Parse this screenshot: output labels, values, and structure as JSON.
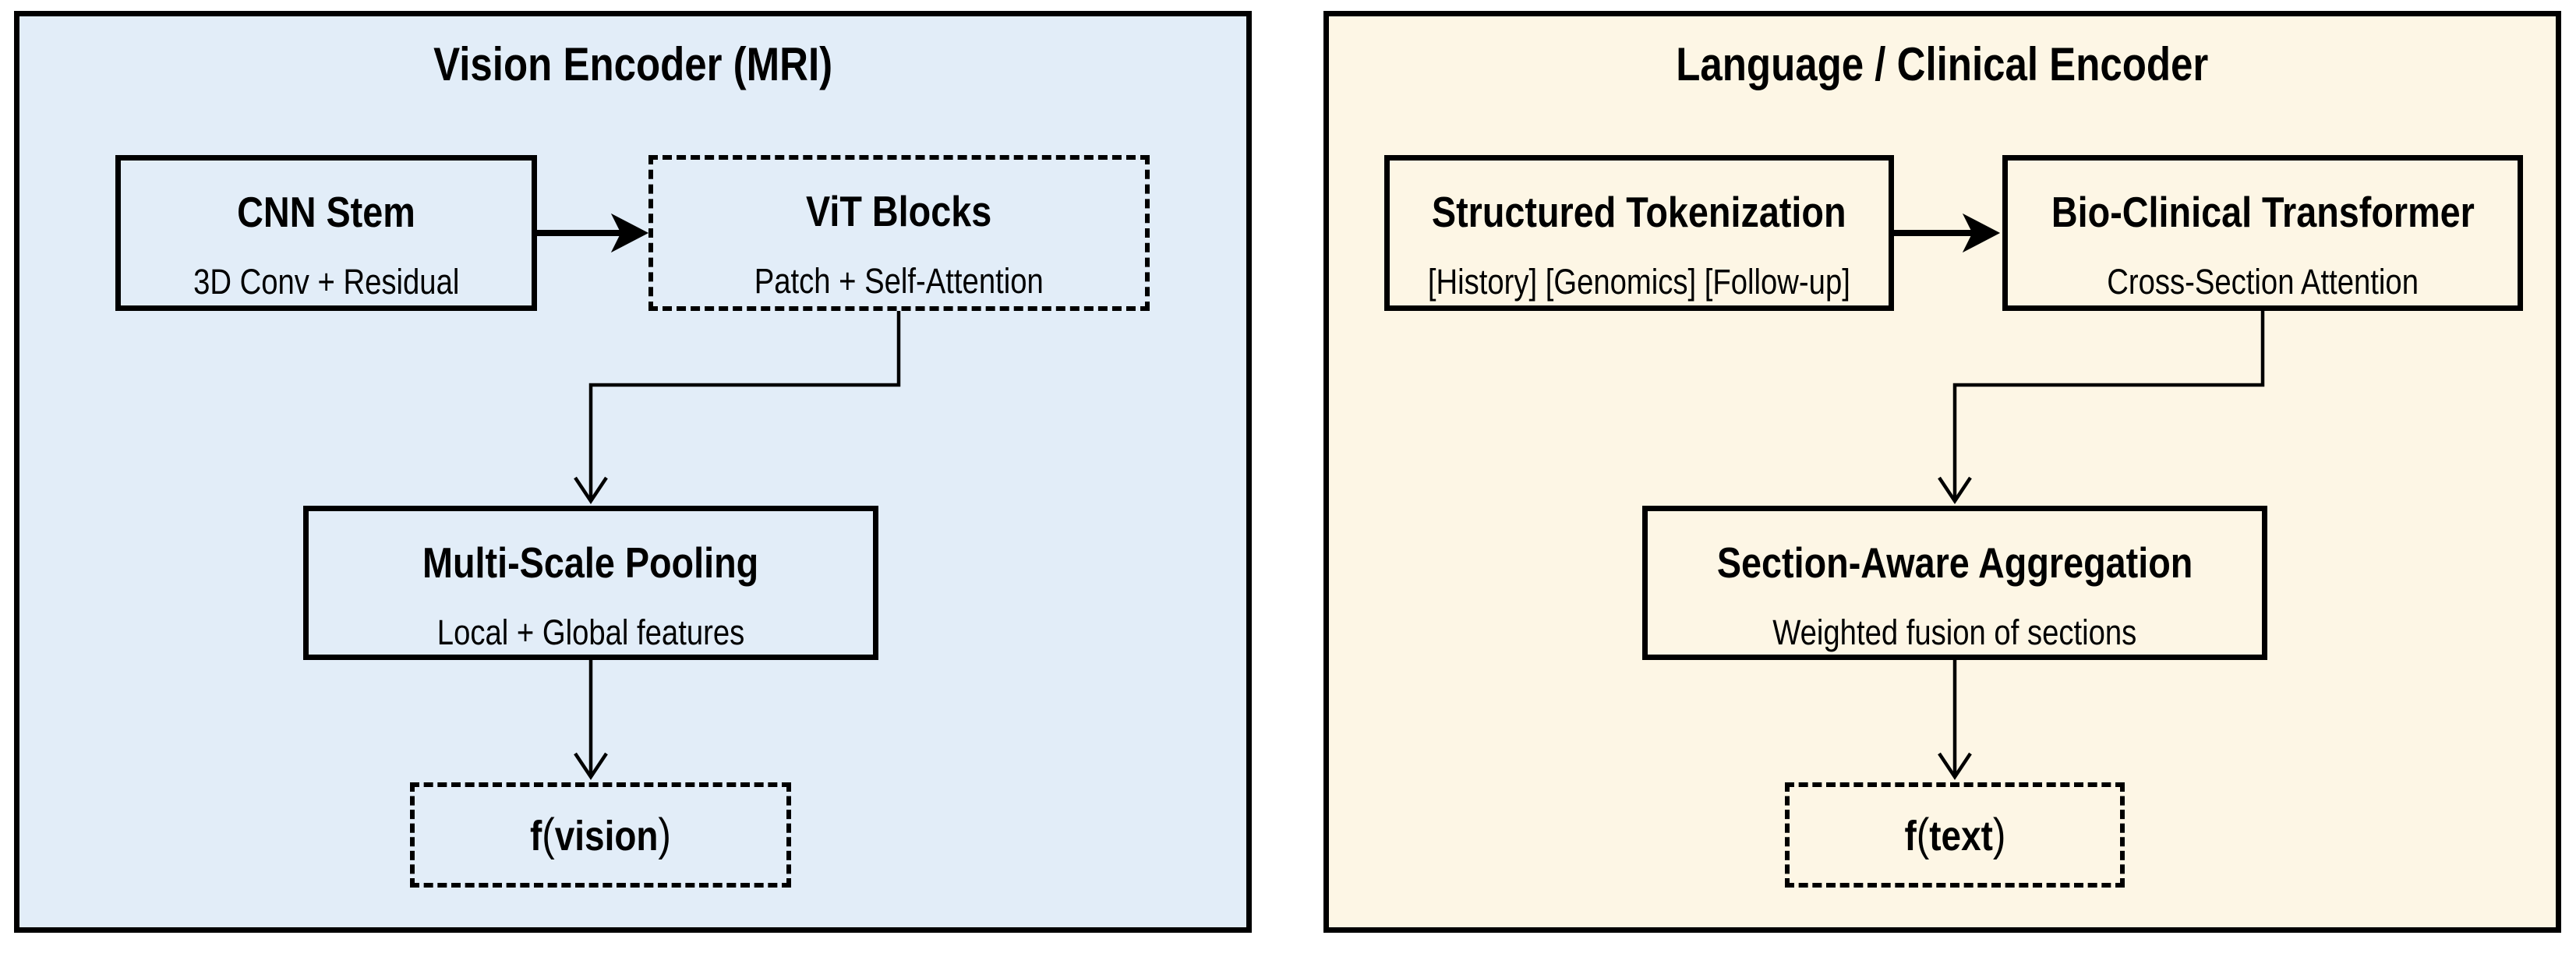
{
  "colors": {
    "page_bg": "#ffffff",
    "panel_border": "#000000",
    "line_color": "#000000",
    "vision_panel_bg": "#e2edf8",
    "language_panel_bg": "#fdf6e5"
  },
  "panels": {
    "vision": {
      "title": "Vision Encoder (MRI)",
      "boxes": {
        "cnn_stem": {
          "title": "CNN Stem",
          "subtitle": "3D Conv + Residual",
          "border": "solid"
        },
        "vit_blocks": {
          "title": "ViT Blocks",
          "subtitle": "Patch + Self-Attention",
          "border": "dashed"
        },
        "multi_scale_pooling": {
          "title": "Multi-Scale Pooling",
          "subtitle": "Local + Global features",
          "border": "solid"
        },
        "output": {
          "func": "f",
          "open_paren": "(",
          "arg": "vision",
          "close_paren": ")",
          "border": "dashed"
        }
      },
      "arrows": [
        "CNN Stem -> ViT Blocks",
        "ViT Blocks -> Multi-Scale Pooling",
        "Multi-Scale Pooling -> f(vision)"
      ]
    },
    "language": {
      "title": "Language / Clinical Encoder",
      "boxes": {
        "structured_tokenization": {
          "title": "Structured Tokenization",
          "subtitle": "[History] [Genomics] [Follow-up]",
          "border": "solid"
        },
        "bio_clinical_transformer": {
          "title": "Bio-Clinical Transformer",
          "subtitle": "Cross-Section Attention",
          "border": "solid"
        },
        "section_aware_aggregation": {
          "title": "Section-Aware Aggregation",
          "subtitle": "Weighted fusion of sections",
          "border": "solid"
        },
        "output": {
          "func": "f",
          "open_paren": "(",
          "arg": "text",
          "close_paren": ")",
          "border": "dashed"
        }
      },
      "arrows": [
        "Structured Tokenization -> Bio-Clinical Transformer",
        "Bio-Clinical Transformer -> Section-Aware Aggregation",
        "Section-Aware Aggregation -> f(text)"
      ]
    }
  }
}
